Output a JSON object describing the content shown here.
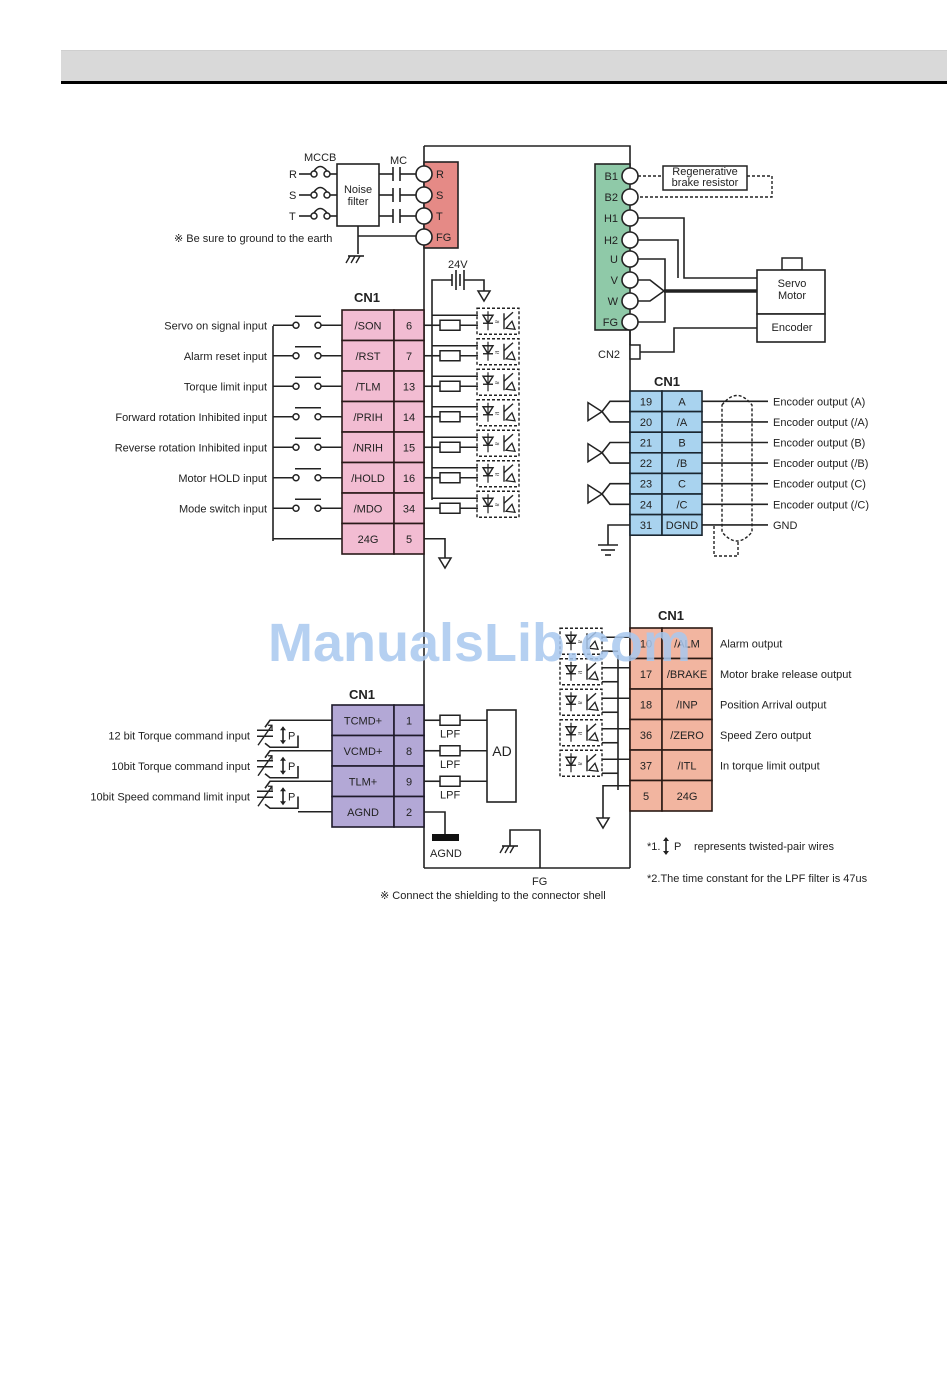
{
  "page": {
    "watermark": "ManualsLib.com"
  },
  "power": {
    "mccb_label": "MCCB",
    "mc_label": "MC",
    "phases": [
      "R",
      "S",
      "T"
    ],
    "noise_filter": [
      "Noise",
      "filter"
    ],
    "terminals": [
      "R",
      "S",
      "T",
      "FG"
    ],
    "ground_note": "※  Be sure to ground to the earth",
    "battery_label": "24V",
    "colors": {
      "power_block": "#e58a86"
    }
  },
  "motor_side": {
    "terminals": [
      "B1",
      "B2",
      "H1",
      "H2",
      "U",
      "V",
      "W",
      "FG"
    ],
    "regen_resistor": [
      "Regenerative",
      "brake resistor"
    ],
    "servo_motor": [
      "Servo",
      "Motor"
    ],
    "encoder": "Encoder",
    "cn2_label": "CN2",
    "colors": {
      "motor_block": "#8fc9a8"
    }
  },
  "digital_inputs": {
    "header": "CN1",
    "rows": [
      {
        "label": "Servo on signal input",
        "signal": "/SON",
        "pin": "6"
      },
      {
        "label": "Alarm reset input",
        "signal": "/RST",
        "pin": "7"
      },
      {
        "label": "Torque limit input",
        "signal": "/TLM",
        "pin": "13"
      },
      {
        "label": "Forward rotation Inhibited input",
        "signal": "/PRIH",
        "pin": "14"
      },
      {
        "label": "Reverse rotation Inhibited input",
        "signal": "/NRIH",
        "pin": "15"
      },
      {
        "label": "Motor HOLD input",
        "signal": "/HOLD",
        "pin": "16"
      },
      {
        "label": "Mode switch input",
        "signal": "/MDO",
        "pin": "34"
      }
    ],
    "common": {
      "signal": "24G",
      "pin": "5"
    },
    "colors": {
      "block": "#f2bcd2"
    }
  },
  "encoder_outputs": {
    "header": "CN1",
    "rows": [
      {
        "pin": "19",
        "signal": "A",
        "label": "Encoder output (A)"
      },
      {
        "pin": "20",
        "signal": "/A",
        "label": "Encoder output (/A)"
      },
      {
        "pin": "21",
        "signal": "B",
        "label": "Encoder output (B)"
      },
      {
        "pin": "22",
        "signal": "/B",
        "label": "Encoder output (/B)"
      },
      {
        "pin": "23",
        "signal": "C",
        "label": "Encoder output (C)"
      },
      {
        "pin": "24",
        "signal": "/C",
        "label": "Encoder output (/C)"
      },
      {
        "pin": "31",
        "signal": "DGND",
        "label": "GND"
      }
    ],
    "colors": {
      "block": "#a9d3ef"
    }
  },
  "digital_outputs": {
    "header": "CN1",
    "rows": [
      {
        "pin": "10",
        "signal": "/ALM",
        "label": "Alarm output"
      },
      {
        "pin": "17",
        "signal": "/BRAKE",
        "label": "Motor brake release output"
      },
      {
        "pin": "18",
        "signal": "/INP",
        "label": "Position Arrival output"
      },
      {
        "pin": "36",
        "signal": "/ZERO",
        "label": "Speed Zero output"
      },
      {
        "pin": "37",
        "signal": "/ITL",
        "label": "In torque limit output"
      }
    ],
    "common": {
      "pin": "5",
      "signal": "24G"
    },
    "colors": {
      "block": "#f2b5a0"
    }
  },
  "analog_inputs": {
    "header": "CN1",
    "rows": [
      {
        "label": "12 bit Torque command input",
        "signal": "TCMD+",
        "pin": "1"
      },
      {
        "label": "10bit Torque command input",
        "signal": "VCMD+",
        "pin": "8"
      },
      {
        "label": "10bit Speed command limit input",
        "signal": "TLM+",
        "pin": "9"
      }
    ],
    "common": {
      "signal": "AGND",
      "pin": "2"
    },
    "twisted_pair_mark": "P",
    "lpf_label": "LPF",
    "ad_label": "AD",
    "agnd_label": "AGND",
    "fg_label": "FG",
    "shield_note": "※  Connect the shielding to the connector shell",
    "colors": {
      "block": "#b3a8d6"
    }
  },
  "notes": {
    "note1_prefix": "*1.",
    "note1_symbol": "P",
    "note1_text": "represents twisted-pair wires",
    "note2": "*2.The time constant for the LPF filter is 47us"
  }
}
